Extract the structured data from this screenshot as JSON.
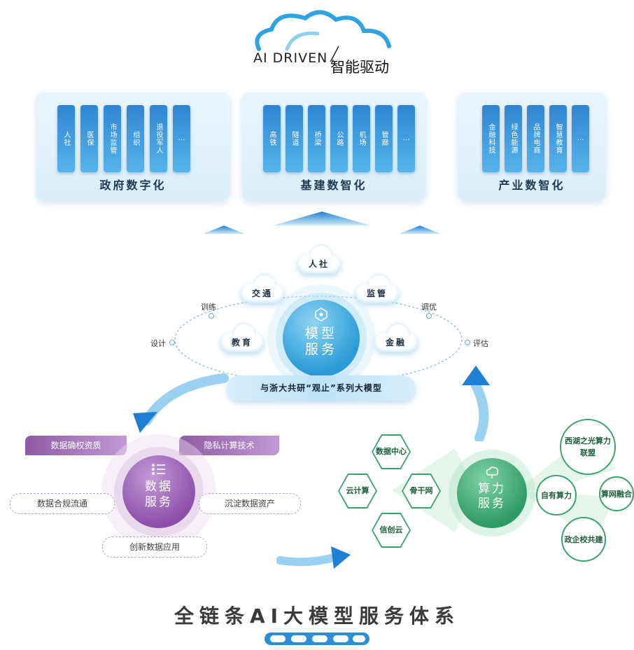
{
  "header": {
    "brand_en": "AI DRIVEN",
    "brand_cn": "智能驱动"
  },
  "panels": [
    {
      "title": "政府数字化",
      "columns": [
        "人社",
        "医保",
        "市场监管",
        "组织",
        "退役军人",
        "…"
      ]
    },
    {
      "title": "基建数智化",
      "columns": [
        "高铁",
        "隧道",
        "桥梁",
        "公路",
        "机场",
        "管廊",
        "…"
      ]
    },
    {
      "title": "产业数智化",
      "columns": [
        "金融科技",
        "绿色能源",
        "品牌电商",
        "智慧教育",
        "…"
      ]
    }
  ],
  "model_service": {
    "center": [
      "模型",
      "服务"
    ],
    "clouds": [
      "人社",
      "交通",
      "监管",
      "教育",
      "金融"
    ],
    "cycle": [
      "训练",
      "调优",
      "设计",
      "评估"
    ],
    "banner": "与浙大共研“观止”系列大模型"
  },
  "data_service": {
    "center": [
      "数据",
      "服务"
    ],
    "items": [
      "数据确权资质",
      "隐私计算技术",
      "数据合规流通",
      "沉淀数据资产",
      "创新数据应用"
    ]
  },
  "compute_service": {
    "center": [
      "算力",
      "服务"
    ],
    "hexagons": [
      "数据中心",
      "骨干网",
      "云计算",
      "信创云"
    ],
    "circles": [
      "西湖之光算力联盟",
      "自有算力",
      "算网融合",
      "政企校共建"
    ]
  },
  "footer": {
    "title": "全链条AI大模型服务体系"
  },
  "colors": {
    "blue": "#2f86d2",
    "purple": "#8b4fa8",
    "green": "#3aa36d"
  }
}
